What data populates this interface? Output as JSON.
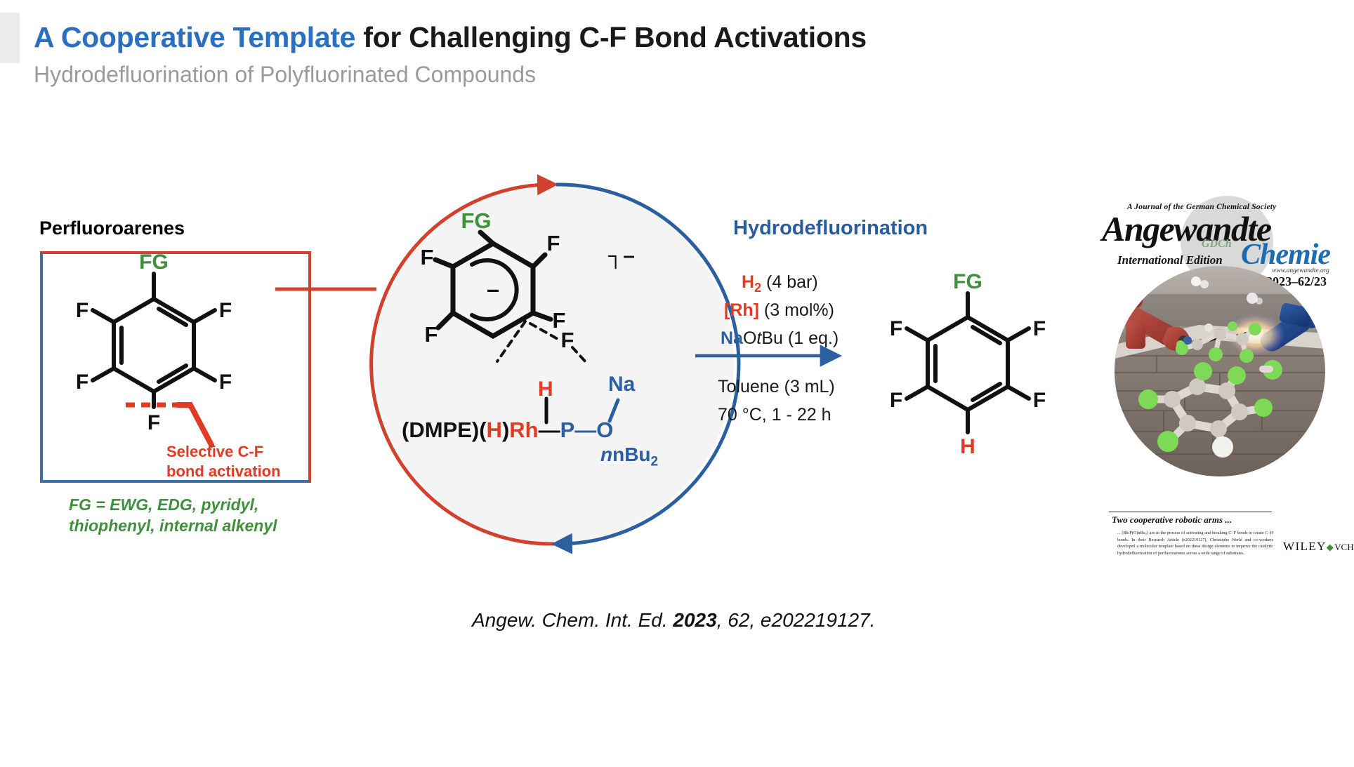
{
  "header": {
    "title_accent": "A Cooperative Template",
    "title_plain": " for Challenging C-F Bond Activations",
    "subtitle": "Hydrodefluorination of Polyfluorinated Compounds"
  },
  "left_panel": {
    "heading": "Perfluoroarenes",
    "structure": {
      "substituent_top": "FG",
      "fluorines": [
        "F",
        "F",
        "F",
        "F"
      ],
      "fluorine_bottom": "F"
    },
    "annotation_line1": "Selective C-F",
    "annotation_line2": "bond activation",
    "fg_definition_line1": "FG  =  EWG,  EDG,  pyridyl,",
    "fg_definition_line2": "thiophenyl, internal alkenyl"
  },
  "cycle": {
    "intermediate": {
      "substituent": "FG",
      "fluorines": [
        "F",
        "F",
        "F",
        "F"
      ],
      "ring_charge": "–",
      "bracket_charge": "┐–",
      "na_label": "Na",
      "h_label": "H"
    },
    "catalyst_prefix": "(DMPE)(",
    "catalyst_h": "H",
    "catalyst_close": ")",
    "catalyst_rh": "Rh",
    "catalyst_bond": "—",
    "catalyst_p": "P",
    "catalyst_o": "O",
    "catalyst_nbu2": "nBu",
    "catalyst_nbu2_sub": "2"
  },
  "conditions": {
    "title": "Hydrodefluorination",
    "line1_reagent": "H",
    "line1_sub": "2",
    "line1_rest": " (4 bar)",
    "line2_reagent": "[Rh]",
    "line2_rest": " (3 mol%)",
    "line3_na": "Na",
    "line3_ot": "Ot",
    "line3_bu": "Bu (1 eq.)",
    "line4": "Toluene (3 mL)",
    "line5": "70 °C, 1 - 22 h"
  },
  "product": {
    "substituent_top": "FG",
    "fluorines": [
      "F",
      "F",
      "F",
      "F"
    ],
    "hydrogen_bottom": "H"
  },
  "cover": {
    "tagline": "A Journal of the German Chemical Society",
    "journal_name": "Angewandte",
    "gdch": "GDCh",
    "edition": "International Edition",
    "journal_name2": "Chemie",
    "url": "www.angewandte.org",
    "issue": "2023–62/23",
    "blurb_title": "Two cooperative robotic arms ...",
    "blurb_body": "... [Rh/P(O)nBu₂] are in the process of activating and breaking C–F bonds to create C–H bonds. In their Research Article (e202219127), Christophe Werlé and co-workers developed a molecular template based on these design elements to improve the catalytic hydrodefluorination of perfluoroarenes across a wide range of substrates.",
    "publisher": "WILEY",
    "publisher_sub": "VCH"
  },
  "citation": {
    "journal": "Angew. Chem. Int. Ed. ",
    "year": "2023",
    "rest": ", 62, e202219127."
  },
  "colors": {
    "accent_blue": "#2a6fc0",
    "red": "#d1412d",
    "green": "#3f8f3c",
    "dark_blue": "#2b5fa0",
    "gray": "#9a9a9a"
  }
}
